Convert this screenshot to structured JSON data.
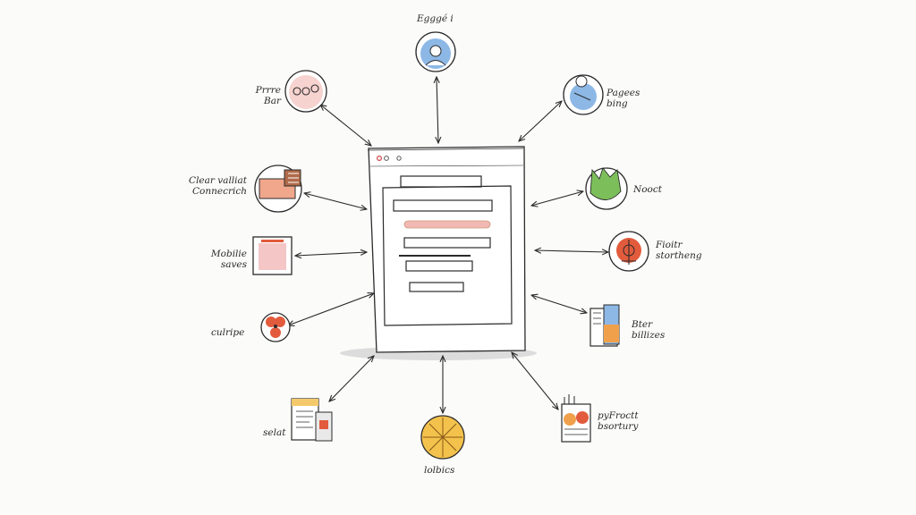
{
  "colors": {
    "ink": "#2b2b2b",
    "paper": "#fbfbfa",
    "blue": "#8db8e6",
    "pink": "#f2b8b4",
    "red": "#e25b3c",
    "green": "#7cbf5a",
    "orange": "#f0a04b",
    "yellow": "#f3c96b",
    "shadow": "#cfcfcf"
  },
  "center": {
    "window_icon": "browser-window-icon",
    "form_rows": 6
  },
  "nodes": [
    {
      "id": "top",
      "icon": "user-avatar-icon",
      "line1": "Egggé i",
      "line2": ""
    },
    {
      "id": "top-left",
      "icon": "dots-badge-icon",
      "line1": "Prrre",
      "line2": "Bar"
    },
    {
      "id": "top-right",
      "icon": "pages-globe-icon",
      "line1": "Pagees",
      "line2": "bing"
    },
    {
      "id": "left-1",
      "icon": "folder-card-icon",
      "line1": "Clear valliat",
      "line2": "Connecrich"
    },
    {
      "id": "right-1",
      "icon": "green-chart-icon",
      "line1": "Nooct",
      "line2": ""
    },
    {
      "id": "left-2",
      "icon": "mobile-frame-icon",
      "line1": "Mobilie",
      "line2": "saves"
    },
    {
      "id": "right-2",
      "icon": "target-badge-icon",
      "line1": "Fioitr",
      "line2": "stortheng"
    },
    {
      "id": "left-3",
      "icon": "fan-icon",
      "line1": "culripe",
      "line2": ""
    },
    {
      "id": "right-3",
      "icon": "document-stack-icon",
      "line1": "Bter",
      "line2": "billizes"
    },
    {
      "id": "bottom-left",
      "icon": "notepad-icon",
      "line1": "selat",
      "line2": ""
    },
    {
      "id": "bottom",
      "icon": "orange-wheel-icon",
      "line1": "lolbics",
      "line2": ""
    },
    {
      "id": "bottom-right",
      "icon": "jar-icon",
      "line1": "pyFroctt",
      "line2": "bsortury"
    }
  ]
}
